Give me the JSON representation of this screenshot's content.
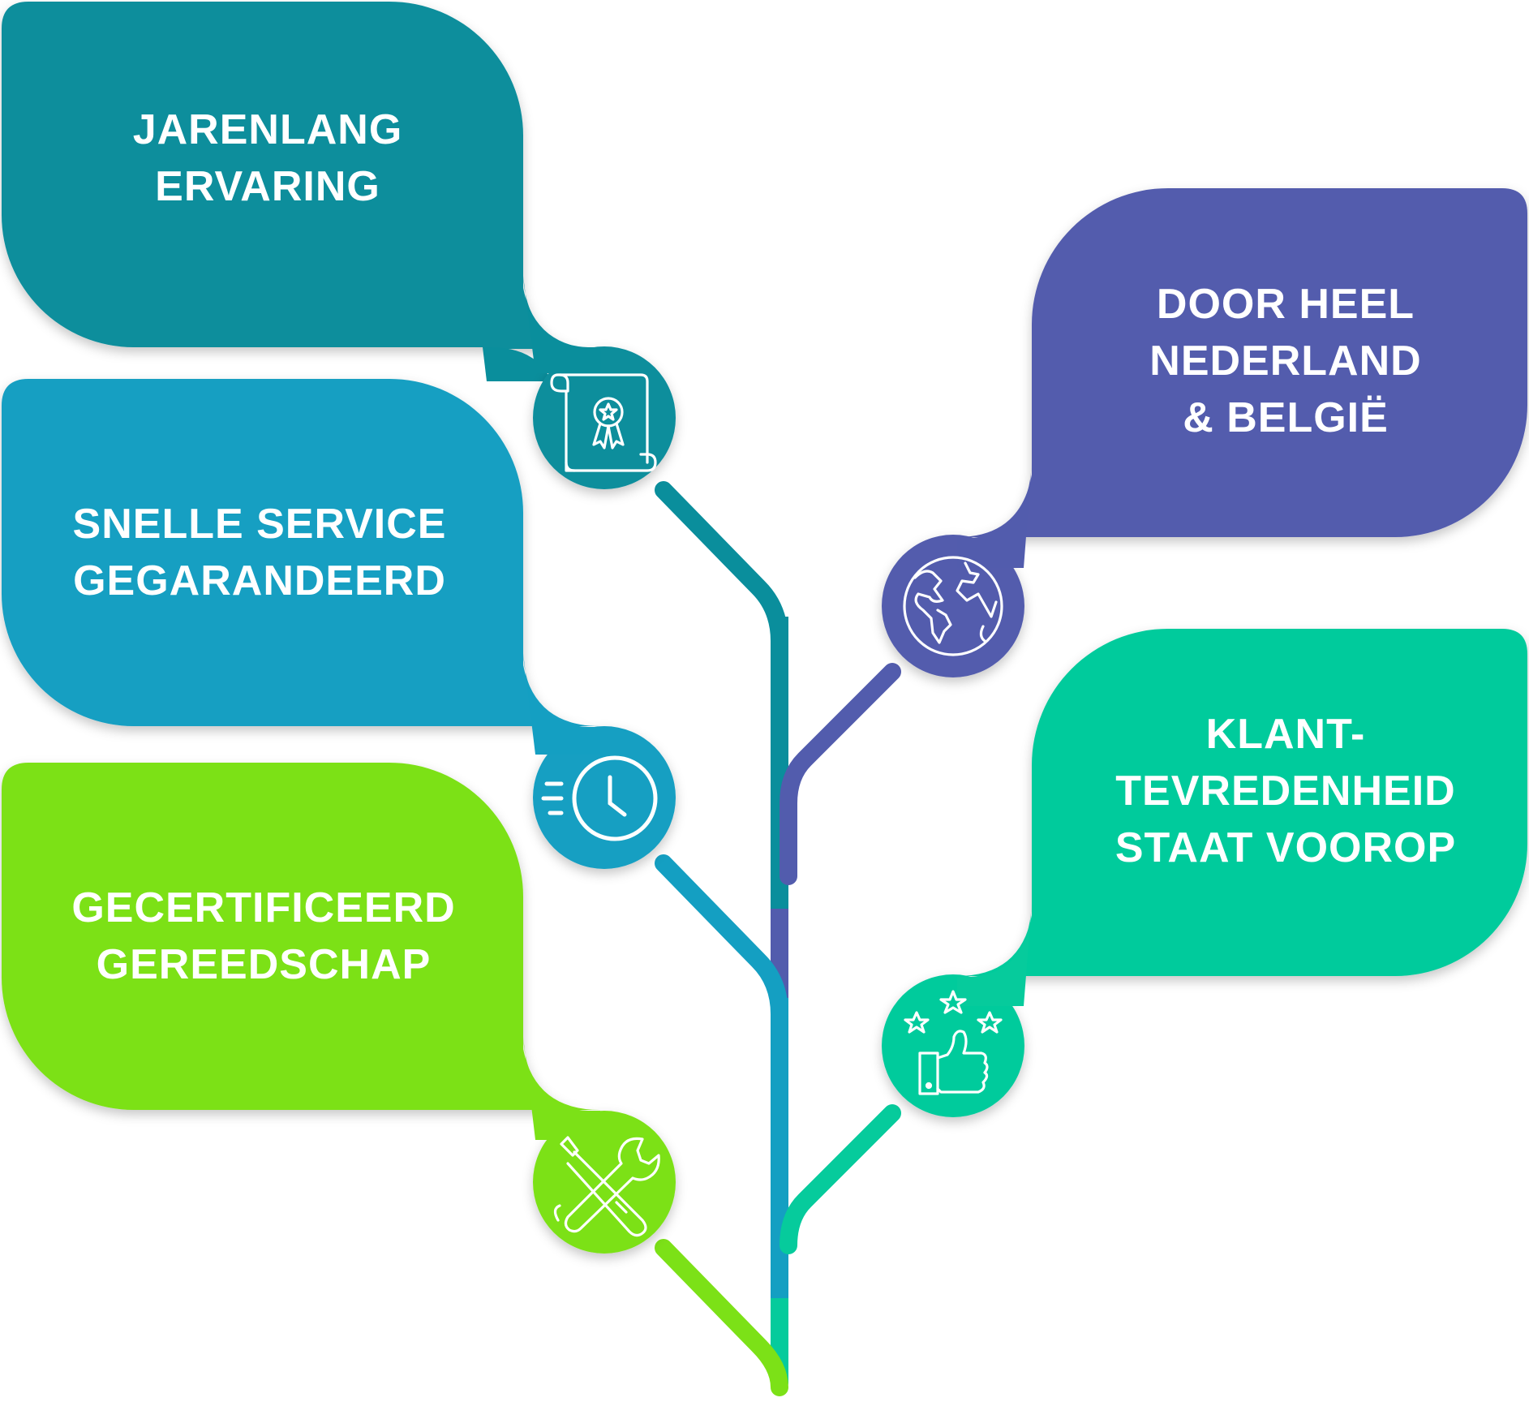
{
  "colors": {
    "teal_dark": "#0A8E9C",
    "blue": "#149FC2",
    "green": "#7CE117",
    "purple": "#525CAD",
    "mint": "#06CB9C"
  },
  "items": [
    {
      "lines": [
        "JARENLANG",
        "ERVARING"
      ],
      "icon": "certificate-icon",
      "color": "#0A8E9C"
    },
    {
      "lines": [
        "SNELLE SERVICE",
        "GEGARANDEERD"
      ],
      "icon": "fast-clock-icon",
      "color": "#149FC2"
    },
    {
      "lines": [
        "GECERTIFICEERD",
        "GEREEDSCHAP"
      ],
      "icon": "tools-icon",
      "color": "#7CE117"
    },
    {
      "lines": [
        "DOOR HEEL",
        "NEDERLAND",
        "& BELGIË"
      ],
      "icon": "globe-icon",
      "color": "#525CAD"
    },
    {
      "lines": [
        "KLANT-",
        "TEVREDENHEID",
        "STAAT VOOROP"
      ],
      "icon": "thumbs-up-stars-icon",
      "color": "#06CB9C"
    }
  ]
}
